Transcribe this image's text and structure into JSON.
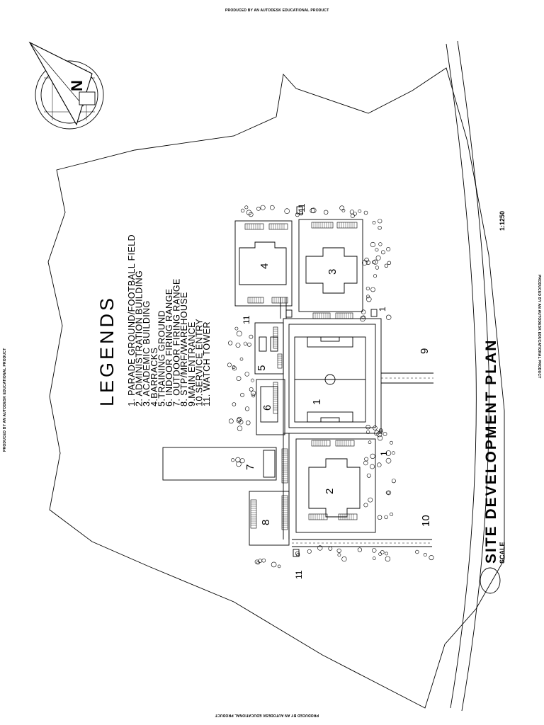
{
  "watermark": "PRODUCED BY AN AUTODESK EDUCATIONAL PRODUCT",
  "legend": {
    "title": "LEGENDS",
    "items": [
      "1. PARADE GROUND/FOOTBALL FIELD",
      "2. ADMINISTRATION BUILDING",
      "3. ACADEMIC BUILDING",
      "4.BARRACKS",
      "5.TRAINING GROUND",
      "6. INDOOR FIRING RANGE",
      "7. OUTDOOR FIRING RANGE",
      "8. STP/MRF/WAREHOUSE",
      "9.MAIN ENTRANCE",
      "10.SERVICE ENTRY",
      "11. WATCH TOWER"
    ]
  },
  "plan": {
    "title": "SITE DEVELOPMENT PLAN",
    "scale_label": "SCALE",
    "scale_value": "1:1250"
  },
  "labels": {
    "field": "1",
    "admin": "2",
    "academic": "3",
    "barracks": "4",
    "training": "5",
    "indoor_range": "6",
    "outdoor_range": "7",
    "stp": "8",
    "main_entrance": "9",
    "service_entry": "10",
    "tower": "11",
    "marker": "1"
  },
  "compass": {
    "north": "N"
  }
}
